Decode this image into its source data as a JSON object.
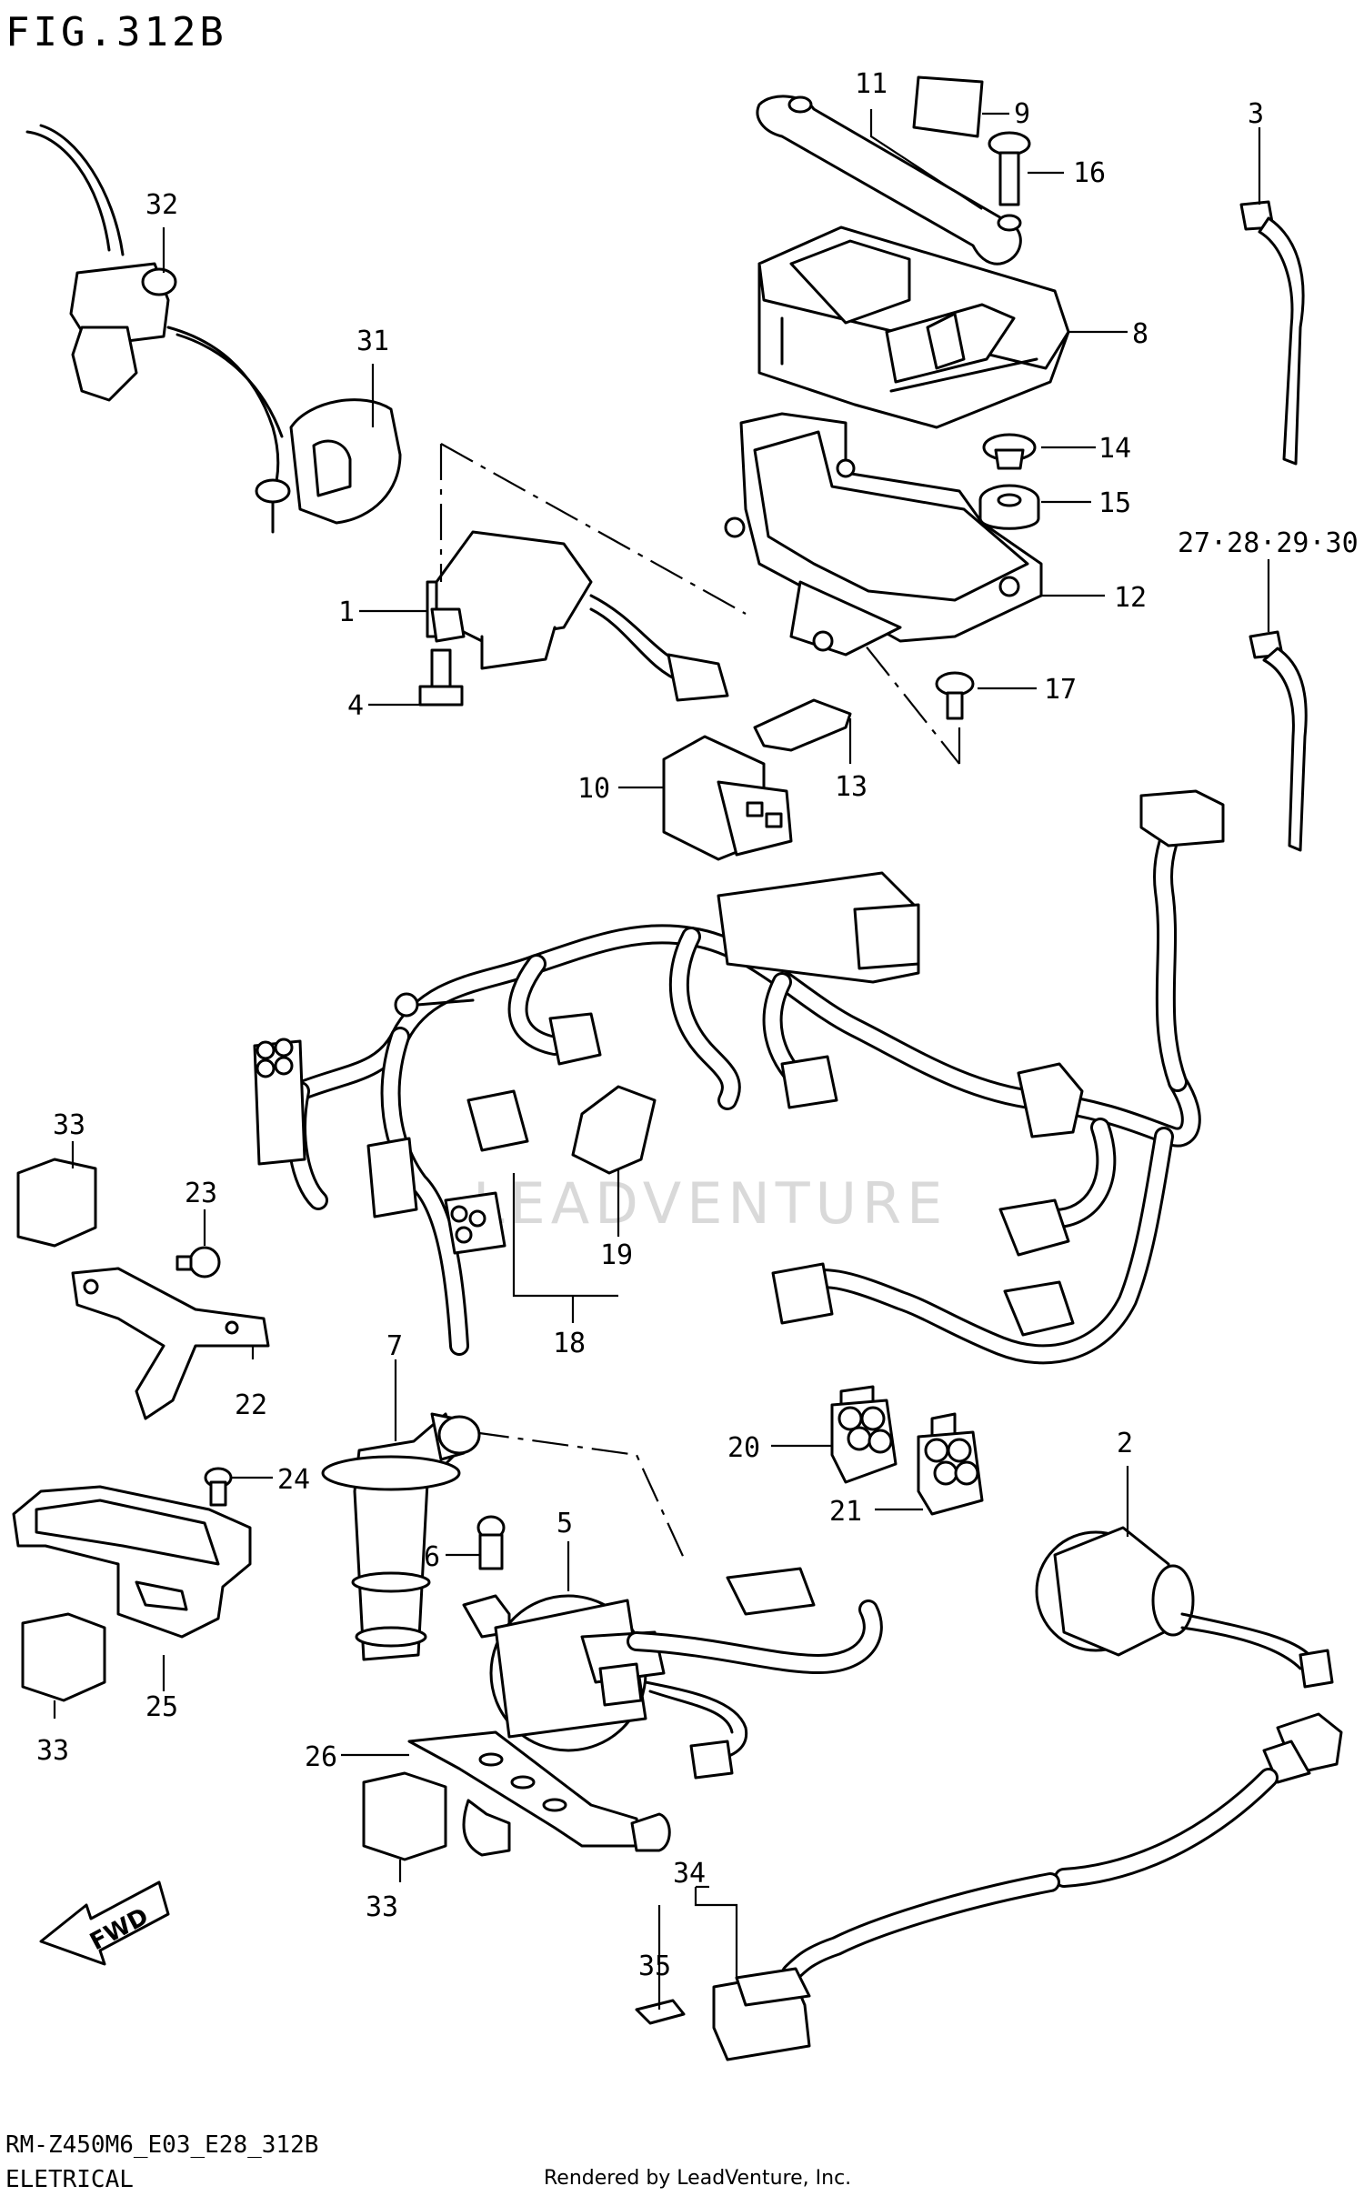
{
  "figure_title": "FIG.312B",
  "watermark": "LEADVENTURE",
  "footer": {
    "model_code": "RM-Z450M6_E03_E28_312B",
    "section": "ELETRICAL",
    "credit": "Rendered by LeadVenture, Inc."
  },
  "fwd_label": "FWD",
  "part_labels": {
    "p1": "1",
    "p2": "2",
    "p3": "3",
    "p4": "4",
    "p5": "5",
    "p6": "6",
    "p7": "7",
    "p8": "8",
    "p9": "9",
    "p10": "10",
    "p11": "11",
    "p12": "12",
    "p13": "13",
    "p14": "14",
    "p15": "15",
    "p16": "16",
    "p17": "17",
    "p18": "18",
    "p19": "19",
    "p20": "20",
    "p21": "21",
    "p22": "22",
    "p23": "23",
    "p24": "24",
    "p25": "25",
    "p26": "26",
    "p27_30": "27·28·29·30",
    "p31": "31",
    "p32": "32",
    "p33a": "33",
    "p33b": "33",
    "p33c": "33",
    "p34": "34",
    "p35": "35"
  }
}
